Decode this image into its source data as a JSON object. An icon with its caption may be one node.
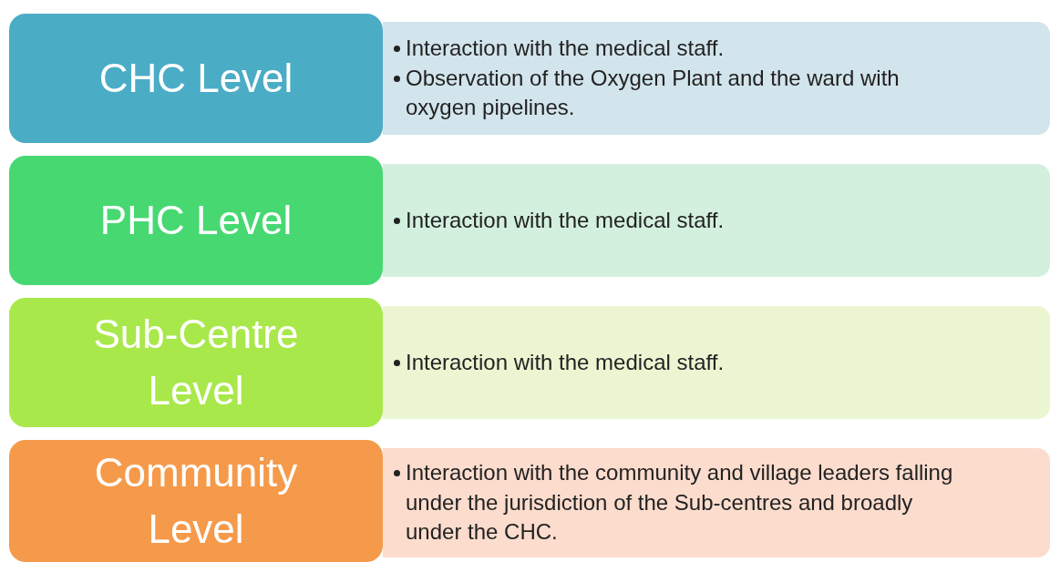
{
  "diagram": {
    "nodes": [
      {
        "text": [
          "CHC Level"
        ]
      },
      {
        "text": [
          "Interaction with the medical staff.",
          "Observation of the Oxygen Plant and the ward with oxygen pipelines."
        ]
      },
      {
        "text": [
          "PHC Level"
        ]
      },
      {
        "text": [
          "Interaction with the medical staff."
        ]
      },
      {
        "text": [
          "Sub-Centre Level"
        ]
      },
      {
        "text": [
          "Interaction with the medical staff."
        ]
      },
      {
        "text": [
          "Community Level"
        ]
      },
      {
        "text": [
          "Interaction with the community and village leaders falling under the jurisdiction of the Sub-centres and broadly under the CHC."
        ]
      }
    ]
  }
}
